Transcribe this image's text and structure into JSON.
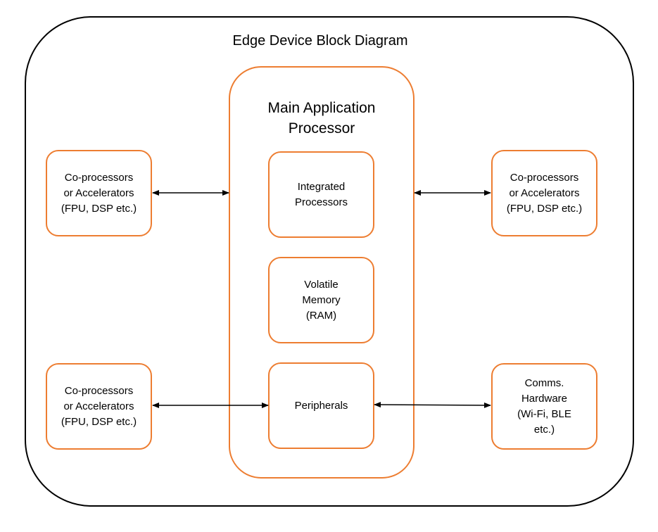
{
  "diagram": {
    "title": "Edge Device Block Diagram",
    "main_processor": {
      "title": "Main Application\nProcessor",
      "blocks": {
        "integrated": "Integrated\nProcessors",
        "memory": "Volatile\nMemory\n(RAM)",
        "peripherals": "Peripherals"
      }
    },
    "coprocessor_top_left": "Co-processors\nor Accelerators\n(FPU, DSP etc.)",
    "coprocessor_bottom_left": "Co-processors\nor Accelerators\n(FPU, DSP etc.)",
    "coprocessor_top_right": "Co-processors\nor Accelerators\n(FPU, DSP etc.)",
    "comms": "Comms.\nHardware\n(Wi-Fi, BLE\netc.)",
    "connections": [
      {
        "from": "coprocessor_top_left",
        "to": "main_processor",
        "style": "bidirectional"
      },
      {
        "from": "main_processor",
        "to": "coprocessor_top_right",
        "style": "bidirectional"
      },
      {
        "from": "coprocessor_bottom_left",
        "to": "peripherals",
        "style": "bidirectional"
      },
      {
        "from": "peripherals",
        "to": "comms",
        "style": "bidirectional"
      }
    ],
    "colors": {
      "block_border": "#ED7D31",
      "frame_border": "#000000",
      "arrow": "#000000"
    }
  }
}
